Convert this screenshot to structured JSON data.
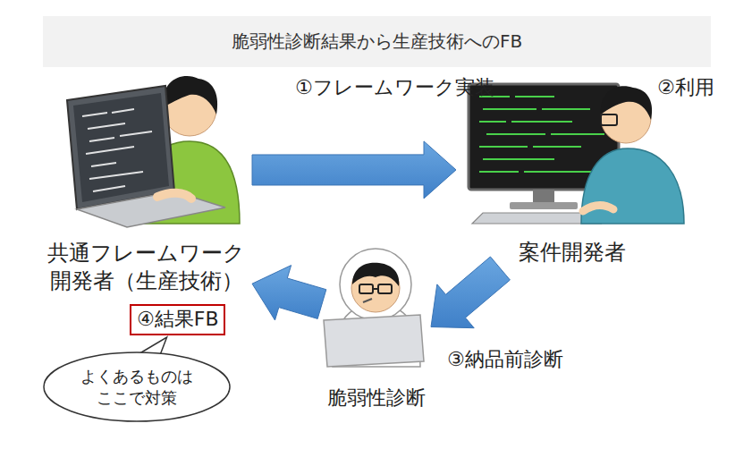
{
  "diagram": {
    "title": "脆弱性診断結果から生産技術へのFB",
    "nodes": [
      {
        "text": [
          "共通フレームワーク 開発者（生産技術）"
        ]
      },
      {
        "text": [
          "案件開発者"
        ]
      },
      {
        "text": [
          "脆弱性診断"
        ]
      },
      {
        "text": [
          "よくあるものは ここで対策"
        ]
      }
    ],
    "edges": [
      {
        "from": 0,
        "to": 1,
        "label": "①フレームワーク実装",
        "arrow": "to"
      },
      {
        "from": 1,
        "to": 2,
        "label": "③納品前診断",
        "arrow": "to"
      },
      {
        "from": 2,
        "to": 0,
        "label": "④結果FB",
        "arrow": "to"
      }
    ],
    "labels": [
      "②利用"
    ]
  }
}
